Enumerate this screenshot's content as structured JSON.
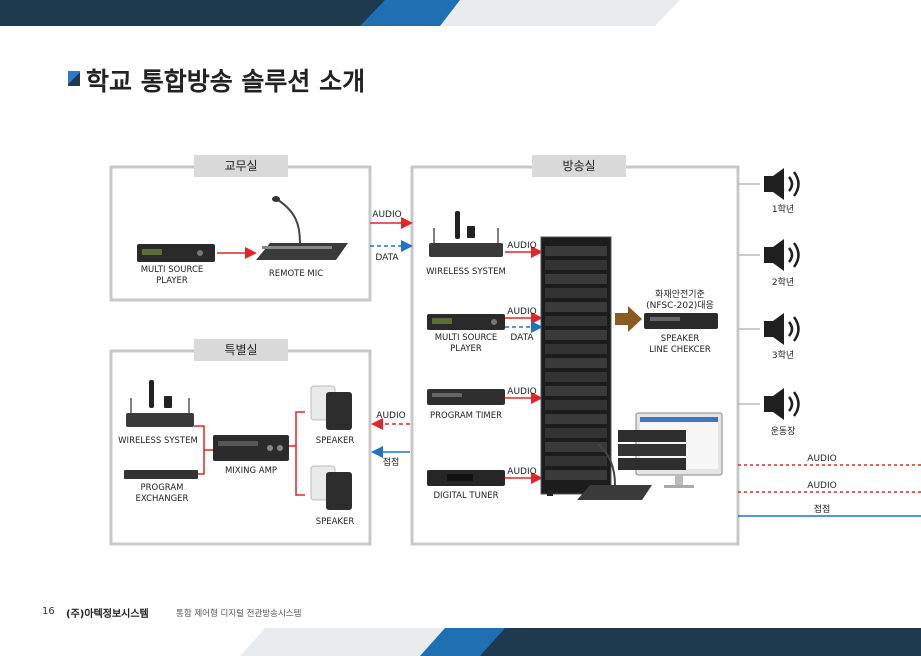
{
  "page": {
    "title": "학교 통합방송 솔루션 소개",
    "page_number": "16",
    "company": "(주)아텍정보시스템",
    "footer_subtitle": "통합 제어형 디지털 전관방송시스템"
  },
  "rooms": {
    "staff_room": "교무실",
    "special_room": "특별실",
    "broadcast_room": "방송실"
  },
  "devices": {
    "multi_source_player_1": "MULTI SOURCE",
    "multi_source_player_2": "PLAYER",
    "remote_mic": "REMOTE MIC",
    "wireless_system": "WIRELESS SYSTEM",
    "bc_multi_source_1": "MULTI SOURCE",
    "bc_multi_source_2": "PLAYER",
    "program_timer": "PROGRAM TIMER",
    "digital_tuner": "DIGITAL TUNER",
    "sp_wireless_system": "WIRELESS SYSTEM",
    "mixing_amp": "MIXING AMP",
    "program_exchanger_1": "PROGRAM",
    "program_exchanger_2": "EXCHANGER",
    "speaker_top": "SPEAKER",
    "speaker_bottom": "SPEAKER",
    "checker_note_1": "화재안전기준",
    "checker_note_2": "(NFSC-202)대응",
    "checker_1": "SPEAKER",
    "checker_2": "LINE CHEKCER"
  },
  "signals": {
    "audio": "AUDIO",
    "data": "DATA",
    "contact": "접점"
  },
  "zones": [
    "1학년",
    "2학년",
    "3학년",
    "운동장"
  ],
  "colors": {
    "audio": "#e0262b",
    "data": "#1f73c3",
    "accent": "#2b7bd0",
    "dark_band": "#1d3a4e",
    "box_border": "#c8c8c8",
    "arrow_brown": "#8a5a1f"
  }
}
